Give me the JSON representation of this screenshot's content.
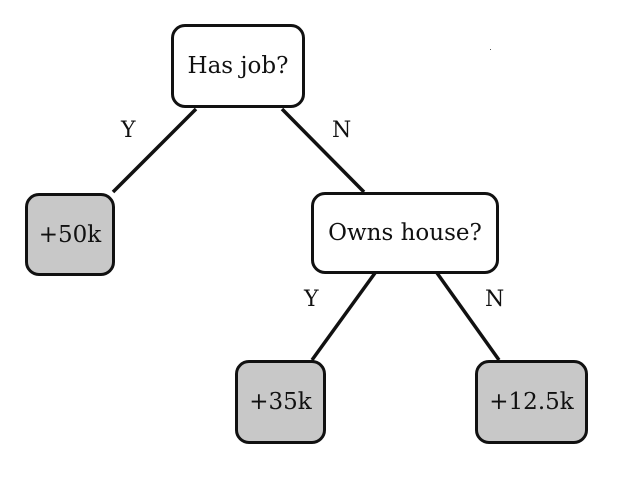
{
  "nodes": {
    "root": {
      "label": "Has job?"
    },
    "owns_house": {
      "label": "Owns house?"
    },
    "leaf_50k": {
      "label": "+50k"
    },
    "leaf_35k": {
      "label": "+35k"
    },
    "leaf_12_5k": {
      "label": "+12.5k"
    }
  },
  "edges": {
    "root_yes": {
      "label": "Y"
    },
    "root_no": {
      "label": "N"
    },
    "house_yes": {
      "label": "Y"
    },
    "house_no": {
      "label": "N"
    }
  },
  "colors": {
    "decision_fill": "#ffffff",
    "leaf_fill": "#c8c8c8",
    "stroke": "#111111"
  }
}
